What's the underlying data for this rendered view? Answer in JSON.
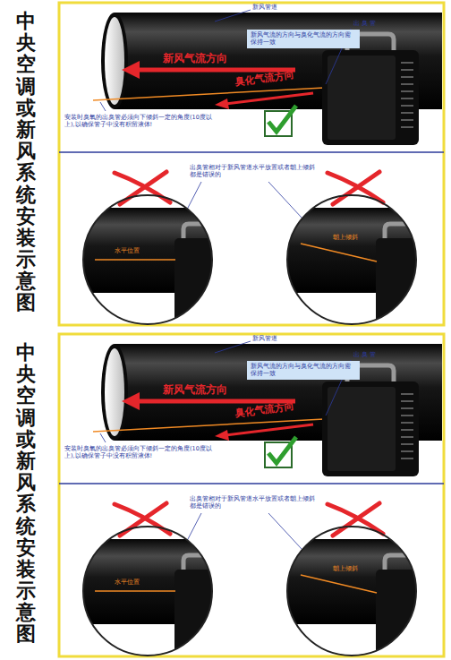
{
  "diagram": {
    "title": "中央空调或新风系统安装示意图",
    "nodes": [
      {
        "text": [
          "新风气流的方向与臭化气流的方向需保持一致"
        ]
      },
      {
        "text": [
          "新风气流的方向与臭化气流的方向需保持一致"
        ]
      }
    ],
    "labels": [
      "新风管道",
      "出 臭 管",
      "新风气流方向",
      "臭化气流方向",
      "安装时臭氧的出臭管必须向下倾斜一定的角度(10度以上),以确保管子中没有积留液体!",
      "出臭管相对于新风管道水平放置或者朝上倾斜都是错误的",
      "水平位置",
      "朝上倾斜",
      "中央空调或新风系统安装示意图",
      "新风管道",
      "出 臭 管",
      "新风气流方向",
      "臭化气流方向",
      "安装时臭氧的出臭管必须向下倾斜一定的角度(10度以上),以确保管子中没有积留液体!",
      "出臭管相对于新风管道水平放置或者朝上倾斜都是错误的",
      "水平位置",
      "朝上倾斜"
    ]
  }
}
